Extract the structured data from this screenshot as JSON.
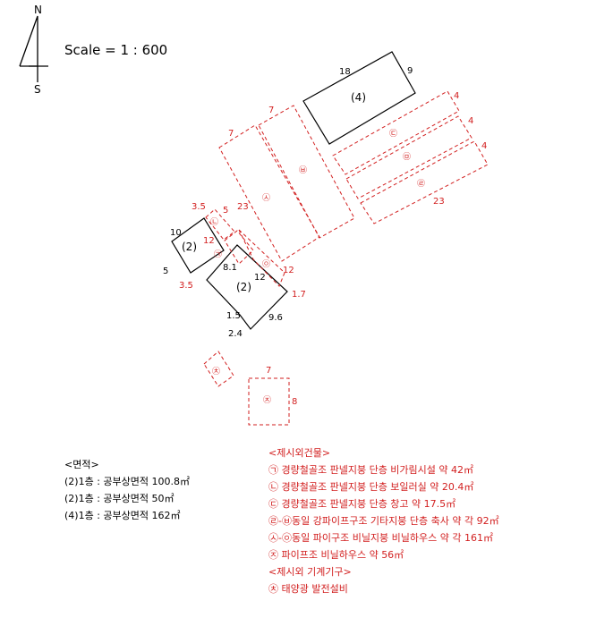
{
  "compass": {
    "north": "N",
    "south": "S"
  },
  "scale": "Scale = 1 : 600",
  "buildings": {
    "b4_label": "(4)",
    "b2a_label": "(2)",
    "b2b_label": "(2)"
  },
  "dimensions": {
    "d18": "18",
    "d9": "9",
    "d4a": "4",
    "d4b": "4",
    "d4c": "4",
    "d23a": "23",
    "d7a": "7",
    "d7b": "7",
    "d23b": "23",
    "d35a": "3.5",
    "d5a": "5",
    "d10": "10",
    "d12a": "12",
    "d5b": "5",
    "d35b": "3.5",
    "d81": "8.1",
    "d12b": "12",
    "d12c": "12",
    "d17": "1.7",
    "d15": "1.5",
    "d96": "9.6",
    "d24": "2.4",
    "d7c": "7",
    "d8": "8"
  },
  "symbols": {
    "s1": "㉠",
    "s2": "㉡",
    "s3": "㉢",
    "s4": "㉣",
    "s5": "㉤",
    "s6": "㉥",
    "s7": "㉦",
    "s8": "㉧",
    "s9": "㉨",
    "s10": "㉩"
  },
  "legend_area": {
    "heading": "<면적>",
    "rows": [
      "(2)1층 : 공부상면적 100.8㎡",
      "(2)1층 : 공부상면적 50㎡",
      "(4)1층 : 공부상면적 162㎡"
    ]
  },
  "legend_extra": {
    "heading": "<제시외건물>",
    "rows": [
      {
        "sym": "㉠",
        "text": "경량철골조 판넬지붕 단층 비가림시설 약 42㎡"
      },
      {
        "sym": "㉡",
        "text": "경량철골조 판넬지붕 단층 보일러실 약 20.4㎡"
      },
      {
        "sym": "㉢",
        "text": "경량철골조 판넬지붕 단층 창고 약 17.5㎡"
      },
      {
        "sym": "㉣-㉥",
        "text": "동일 강파이프구조 기타지붕 단층 축사 약 각 92㎡"
      },
      {
        "sym": "㉦-㉧",
        "text": "동일 파이구조 비닐지붕 비닐하우스 약 각 161㎡"
      },
      {
        "sym": "㉨",
        "text": "파이프조 비닐하우스 약 56㎡"
      }
    ],
    "heading2": "<제시외 기계기구>",
    "rows2": [
      {
        "sym": "㉩",
        "text": "태양광 발전설비"
      }
    ]
  }
}
